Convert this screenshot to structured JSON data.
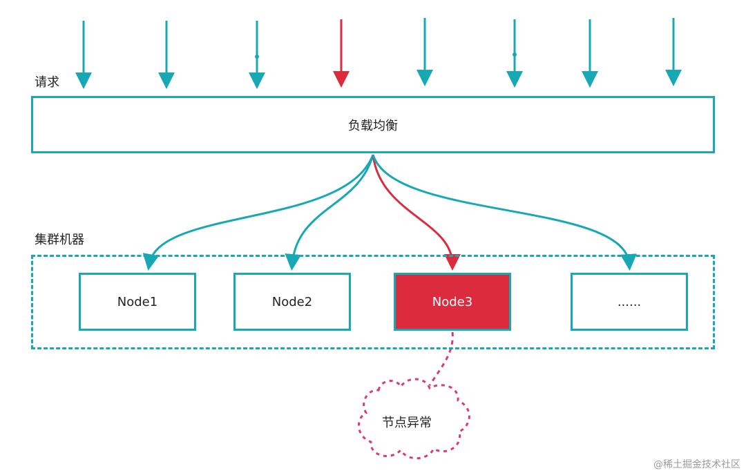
{
  "labels": {
    "requests": "请求",
    "load_balancer": "负载均衡",
    "cluster": "集群机器",
    "node_failure": "节点异常",
    "watermark": "@稀土掘金技术社区"
  },
  "nodes": [
    {
      "label": "Node1",
      "status": "normal"
    },
    {
      "label": "Node2",
      "status": "normal"
    },
    {
      "label": "Node3",
      "status": "failed"
    },
    {
      "label": "......",
      "status": "normal"
    }
  ],
  "colors": {
    "teal": "#16a8b4",
    "red": "#db2b3d",
    "pink_dashed": "#d63a7a"
  }
}
